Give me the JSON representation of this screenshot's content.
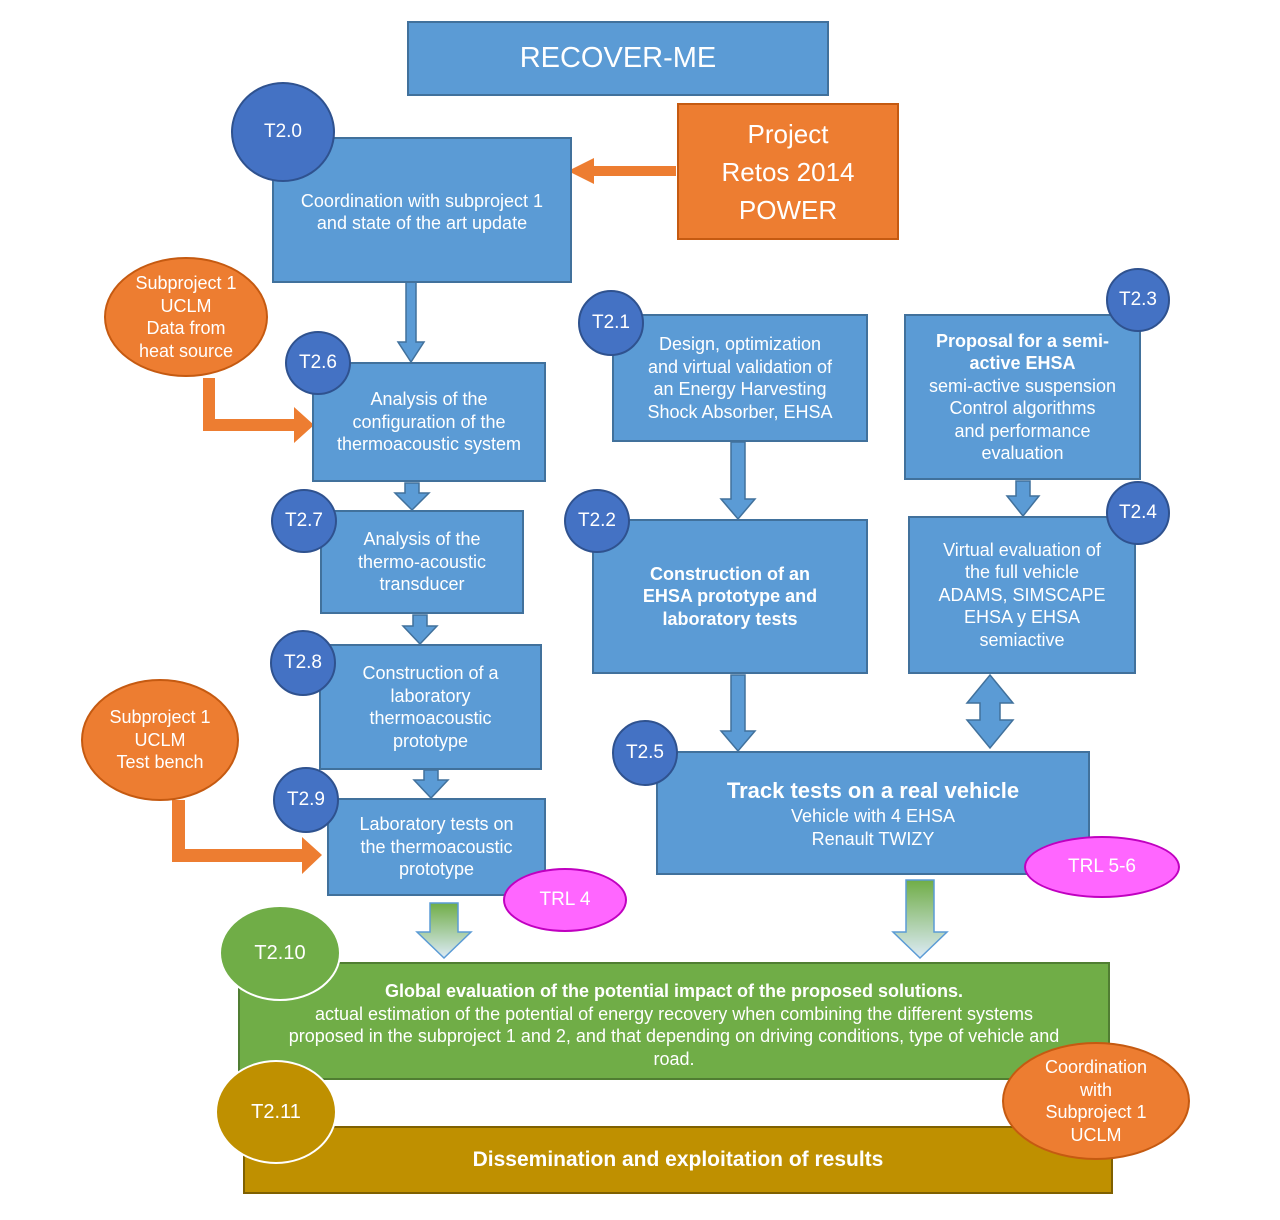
{
  "title": "RECOVER-ME",
  "project": [
    "Project",
    "Retos 2014",
    "POWER"
  ],
  "tasks": {
    "t20": {
      "id": "T2.0",
      "text": [
        "Coordination with subproject 1",
        "and state of the art update"
      ]
    },
    "t21": {
      "id": "T2.1",
      "text": [
        "Design, optimization",
        "and virtual validation of",
        "an Energy Harvesting",
        "Shock Absorber, EHSA"
      ]
    },
    "t22": {
      "id": "T2.2",
      "text": [
        "Construction of an",
        "EHSA prototype and",
        "laboratory tests"
      ]
    },
    "t23": {
      "id": "T2.3",
      "bold": [
        "Proposal for a semi-",
        "active EHSA"
      ],
      "text": [
        "semi-active suspension",
        "Control algorithms",
        "and performance",
        "evaluation"
      ]
    },
    "t24": {
      "id": "T2.4",
      "text": [
        "Virtual evaluation of",
        "the full vehicle",
        "ADAMS, SIMSCAPE",
        "EHSA y EHSA",
        "semiactive"
      ]
    },
    "t25": {
      "id": "T2.5",
      "bold": "Track tests on a real vehicle",
      "text": [
        "Vehicle with 4 EHSA",
        "Renault TWIZY"
      ]
    },
    "t26": {
      "id": "T2.6",
      "text": [
        "Analysis of the",
        "configuration of the",
        "thermoacoustic system"
      ]
    },
    "t27": {
      "id": "T2.7",
      "text": [
        "Analysis of the",
        "thermo-acoustic",
        "transducer"
      ]
    },
    "t28": {
      "id": "T2.8",
      "text": [
        "Construction of a",
        "laboratory",
        "thermoacoustic",
        "prototype"
      ]
    },
    "t29": {
      "id": "T2.9",
      "text": [
        "Laboratory tests on",
        "the thermoacoustic",
        "prototype"
      ]
    },
    "t210": {
      "id": "T2.10",
      "bold": "Global evaluation of the potential impact of the proposed solutions",
      "text": [
        "actual estimation of the potential of energy recovery when combining the different systems",
        "proposed in the subproject 1 and 2, and that depending on driving conditions, type of vehicle and",
        "road."
      ]
    },
    "t211": {
      "id": "T2.11",
      "bold": "Dissemination and exploitation of results"
    }
  },
  "inputs": {
    "heat": [
      "Subproject 1",
      "UCLM",
      "Data from",
      "heat source"
    ],
    "bench": [
      "Subproject 1",
      "UCLM",
      "Test bench"
    ],
    "coord": [
      "Coordination",
      "with",
      "Subproject 1",
      "UCLM"
    ]
  },
  "trl": {
    "thermo": "TRL 4",
    "vehicle": "TRL 5-6"
  }
}
